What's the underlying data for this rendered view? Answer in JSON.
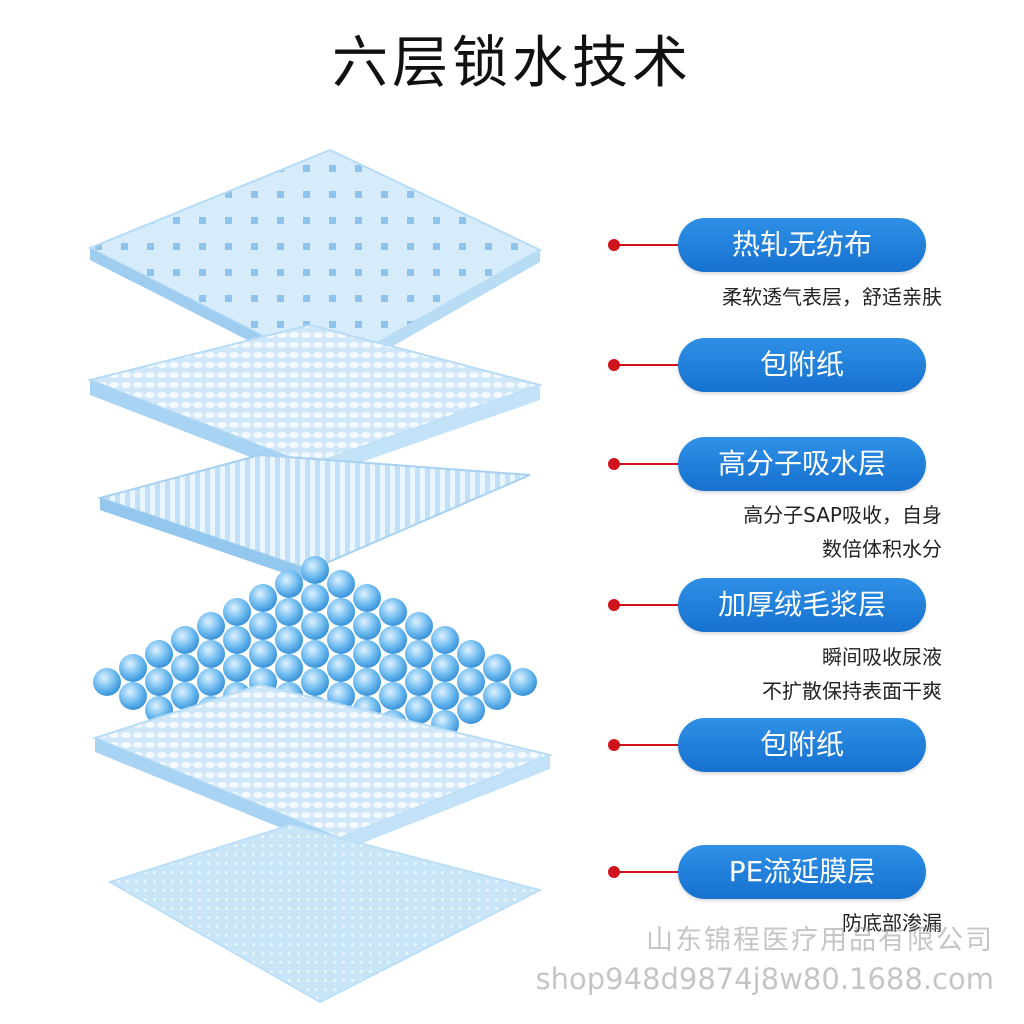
{
  "title": "六层锁水技术",
  "layers": [
    {
      "name": "热轧无纺布",
      "desc": [
        "柔软透气表层，舒适亲肤"
      ]
    },
    {
      "name": "包附纸",
      "desc": []
    },
    {
      "name": "高分子吸水层",
      "desc": [
        "高分子SAP吸收，自身",
        "数倍体积水分"
      ]
    },
    {
      "name": "加厚绒毛浆层",
      "desc": [
        "瞬间吸收尿液",
        "不扩散保持表面干爽"
      ]
    },
    {
      "name": "包附纸",
      "desc": []
    },
    {
      "name": "PE流延膜层",
      "desc": [
        "防底部渗漏"
      ]
    }
  ],
  "watermark": {
    "line1": "山东锦程医疗用品有限公司",
    "line2": "shop948d9874j8w80.1688.com"
  },
  "colors": {
    "pill": "#1e7fdc",
    "dot": "#d0121b",
    "layer_light": "#d6ecfb",
    "layer_mid": "#a9d4f3",
    "bead": "#5cb1ec"
  }
}
